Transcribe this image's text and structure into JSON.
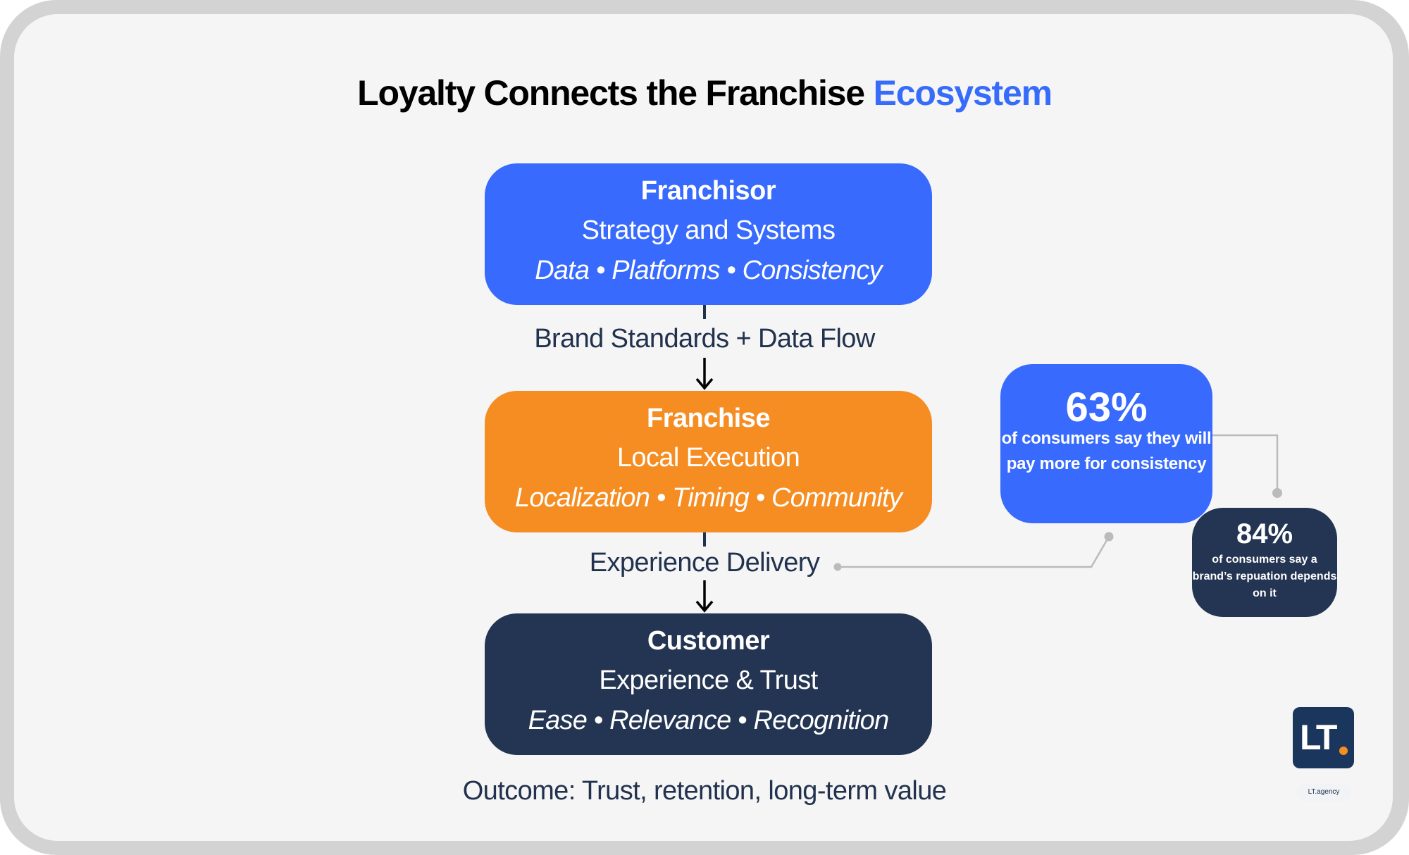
{
  "title": {
    "main": "Loyalty Connects the Franchise ",
    "accent": "Ecosystem"
  },
  "colors": {
    "franchisor": "#376afd",
    "franchise": "#f58d22",
    "customer": "#233552",
    "text_dark": "#22324e",
    "accent": "#376cfb",
    "leader_line": "#bbbbbb",
    "logo_bg": "#1b365d",
    "logo_dot": "#f58d22"
  },
  "nodes": [
    {
      "title": "Franchisor",
      "subtitle": "Strategy and Systems",
      "tags": "Data • Platforms • Consistency"
    },
    {
      "title": "Franchise",
      "subtitle": "Local Execution",
      "tags": "Localization • Timing • Community"
    },
    {
      "title": "Customer",
      "subtitle": "Experience & Trust",
      "tags": "Ease • Relevance • Recognition"
    }
  ],
  "flows": [
    {
      "label": "Brand Standards + Data Flow",
      "arrow": "↓"
    },
    {
      "label": "Experience Delivery",
      "arrow": "↓"
    }
  ],
  "outcome": "Outcome: Trust, retention, long-term value",
  "stats": [
    {
      "value": "63%",
      "description": "of consumers say they will pay more for consistency"
    },
    {
      "value": "84%",
      "description": "of consumers say a brand’s repuation depends on it"
    }
  ],
  "logo": {
    "mark": "LT",
    "label": "LT.agency"
  }
}
